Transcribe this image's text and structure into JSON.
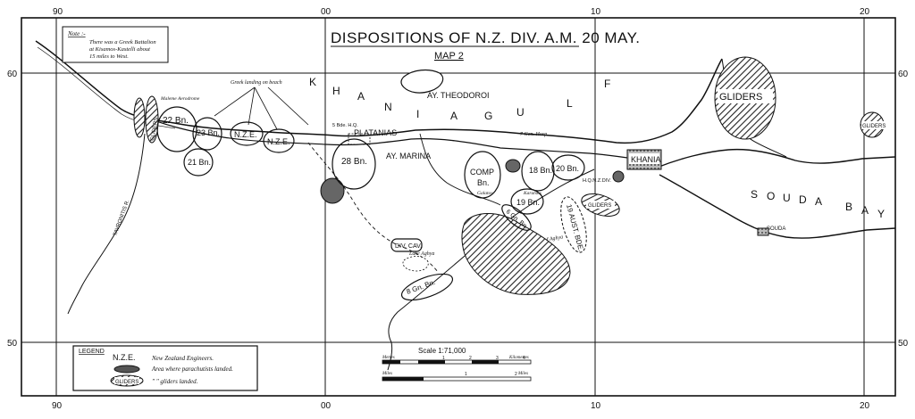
{
  "title": "DISPOSITIONS OF N.Z. DIV. A.M. 20 MAY.",
  "subtitle": "MAP 2",
  "note": {
    "heading": "Note :-",
    "lines": [
      "There was a Greek Battalion",
      "at Kisamos-Kastelli about",
      "15 miles to West."
    ]
  },
  "grid_labels": {
    "top": [
      "90",
      "00",
      "10",
      "20"
    ],
    "bottom": [
      "90",
      "00",
      "10",
      "20"
    ],
    "left": [
      "60",
      "50"
    ],
    "right": [
      "60",
      "50"
    ]
  },
  "sea_labels": {
    "gulf_letters": [
      "K",
      "H",
      "A",
      "N",
      "I",
      "A",
      "G",
      "U",
      "L",
      "F"
    ],
    "souda_letters": [
      "S",
      "O",
      "U",
      "D",
      "A",
      "B",
      "A",
      "Y"
    ]
  },
  "places": {
    "ay_theodoroi": "AY. THEODOROI",
    "platanias": "PLATANIAS",
    "ay_marina": "AY. MARINA",
    "khania": "KHANIA",
    "souda": "SOUDA",
    "lake_aghya": "Lake Aghya",
    "prison": "Prison of Aghya",
    "maleme": "Maleme Aerodrome",
    "galatos": "Galatos",
    "karatsos": "Karatsos",
    "greek_landing": "Greek landing on beach",
    "bde_hq": "5 Bde. H.Q.",
    "gen_hosp": "7 Gen. Hosp.",
    "nz_div_hq": "H.Q.N.Z.DIV.",
    "tavronitis": "TAVRONITIS R."
  },
  "units": {
    "bn22": "22 Bn.",
    "bn23": "23 Bn.",
    "bn21": "21 Bn.",
    "nze1": "N.Z.E.",
    "nze2": "N.Z.E.",
    "bn28": "28 Bn.",
    "comp": "COMP",
    "comp2": "Bn.",
    "bn18": "18 Bn.",
    "bn20": "20 Bn.",
    "bn19": "19 Bn.",
    "aust": "19 AUST. BDE.",
    "div_cav": "DIV. CAV.",
    "gen_bn": "8 Gn. Bn.",
    "bn_6": "6 Gn. Bn."
  },
  "gliders": {
    "big": "GLIDERS",
    "small_east": "GLIDERS",
    "near_khania": "GLIDERS",
    "west": "GLIDERS"
  },
  "scale": {
    "title": "Scale 1:71,000",
    "metres": "Metres",
    "kilometres": "Kilometres",
    "miles": "Miles",
    "km_ticks": [
      "1",
      "2",
      "3",
      "4"
    ],
    "mi_ticks": [
      "1",
      "2"
    ]
  },
  "legend": {
    "title": "LEGEND",
    "items": [
      {
        "key": "N.Z.E.",
        "label": "New Zealand Engineers."
      },
      {
        "key": "",
        "label": "Area where parachutists landed."
      },
      {
        "key": "GLIDERS",
        "label": "\"  \"  gliders landed."
      }
    ]
  },
  "colors": {
    "ink": "#111111",
    "paper": "#ffffff",
    "hatch": "#222222",
    "shaded": "#666666"
  }
}
